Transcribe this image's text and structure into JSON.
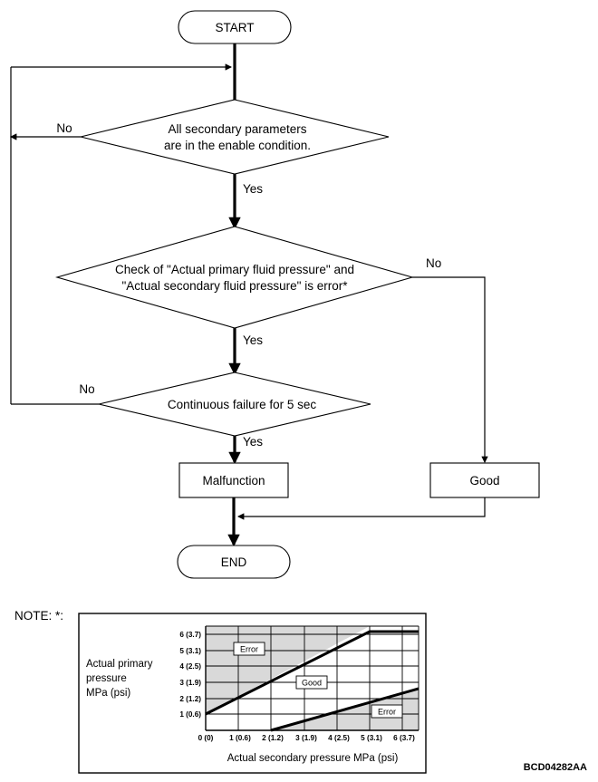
{
  "diagram": {
    "reference_code": "BCD04282AA",
    "nodes": {
      "start": "START",
      "end": "END",
      "decision_1": [
        "All secondary parameters",
        "are in the enable condition."
      ],
      "decision_2": [
        "Check of \"Actual primary fluid pressure\" and",
        "\"Actual secondary fluid pressure\" is error*"
      ],
      "decision_3": [
        "Continuous failure for 5 sec"
      ],
      "result_malfunction": "Malfunction",
      "result_good": "Good"
    },
    "branch_labels": {
      "d1_no": "No",
      "d1_yes": "Yes",
      "d2_no": "No",
      "d2_yes": "Yes",
      "d3_no": "No",
      "d3_yes": "Yes"
    }
  },
  "note": {
    "label": "NOTE: *:"
  },
  "chart_data": {
    "type": "line",
    "title": "",
    "xlabel": "Actual secondary pressure  MPa (psi)",
    "ylabel_lines": [
      "Actual primary",
      "pressure",
      "MPa (psi)"
    ],
    "x_tick_labels": [
      "0 (0)",
      "1 (0.6)",
      "2 (1.2)",
      "3 (1.9)",
      "4 (2.5)",
      "5 (3.1)",
      "6 (3.7)"
    ],
    "x_tick_values": [
      0,
      1,
      2,
      3,
      4,
      5,
      6
    ],
    "y_tick_labels": [
      "1 (0.6)",
      "2 (1.2)",
      "3 (1.9)",
      "4 (2.5)",
      "5 (3.1)",
      "6 (3.7)"
    ],
    "y_tick_values": [
      1,
      2,
      3,
      4,
      5,
      6
    ],
    "xlim": [
      0,
      6.5
    ],
    "ylim": [
      0,
      6.5
    ],
    "grid": true,
    "legend_position": "none",
    "annotations": [
      {
        "text": "Error",
        "x": 1.35,
        "y": 5.0,
        "zone": "upper-error"
      },
      {
        "text": "Good",
        "x": 3.4,
        "y": 2.75,
        "zone": "good"
      },
      {
        "text": "Error",
        "x": 5.6,
        "y": 1.1,
        "zone": "lower-error"
      }
    ],
    "series": [
      {
        "name": "upper-boundary",
        "points": [
          [
            0,
            1.0
          ],
          [
            5.0,
            6.0
          ],
          [
            6.5,
            6.0
          ]
        ]
      },
      {
        "name": "lower-boundary",
        "points": [
          [
            2.0,
            0
          ],
          [
            6.5,
            2.5
          ]
        ]
      }
    ],
    "shaded_region_color": "#d9d9d9",
    "plot_background": "#ffffff"
  }
}
